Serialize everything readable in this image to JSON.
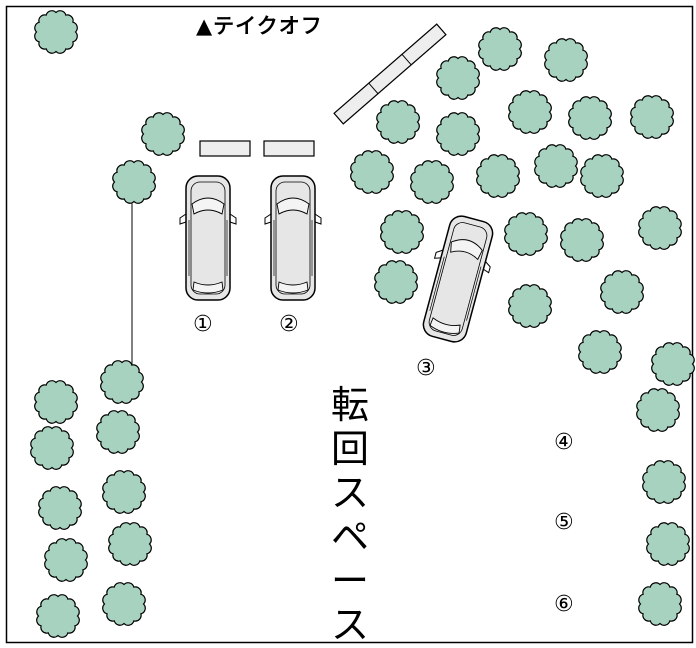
{
  "labels": {
    "takeoff": "▲テイクオフ",
    "turning_space": "転回スペース",
    "slot_1": "①",
    "slot_2": "②",
    "slot_3": "③",
    "slot_4": "④",
    "slot_5": "⑤",
    "slot_6": "⑥"
  },
  "colors": {
    "tree_fill": "#a6d2bf",
    "outline": "#000000",
    "car_body": "#e6e6e6",
    "car_glass": "#f4f4f4",
    "bench_fill": "#eeeeee",
    "background": "#ffffff"
  },
  "icons": [
    "tree-icon",
    "car-icon",
    "bench-icon",
    "takeoff-triangle"
  ]
}
